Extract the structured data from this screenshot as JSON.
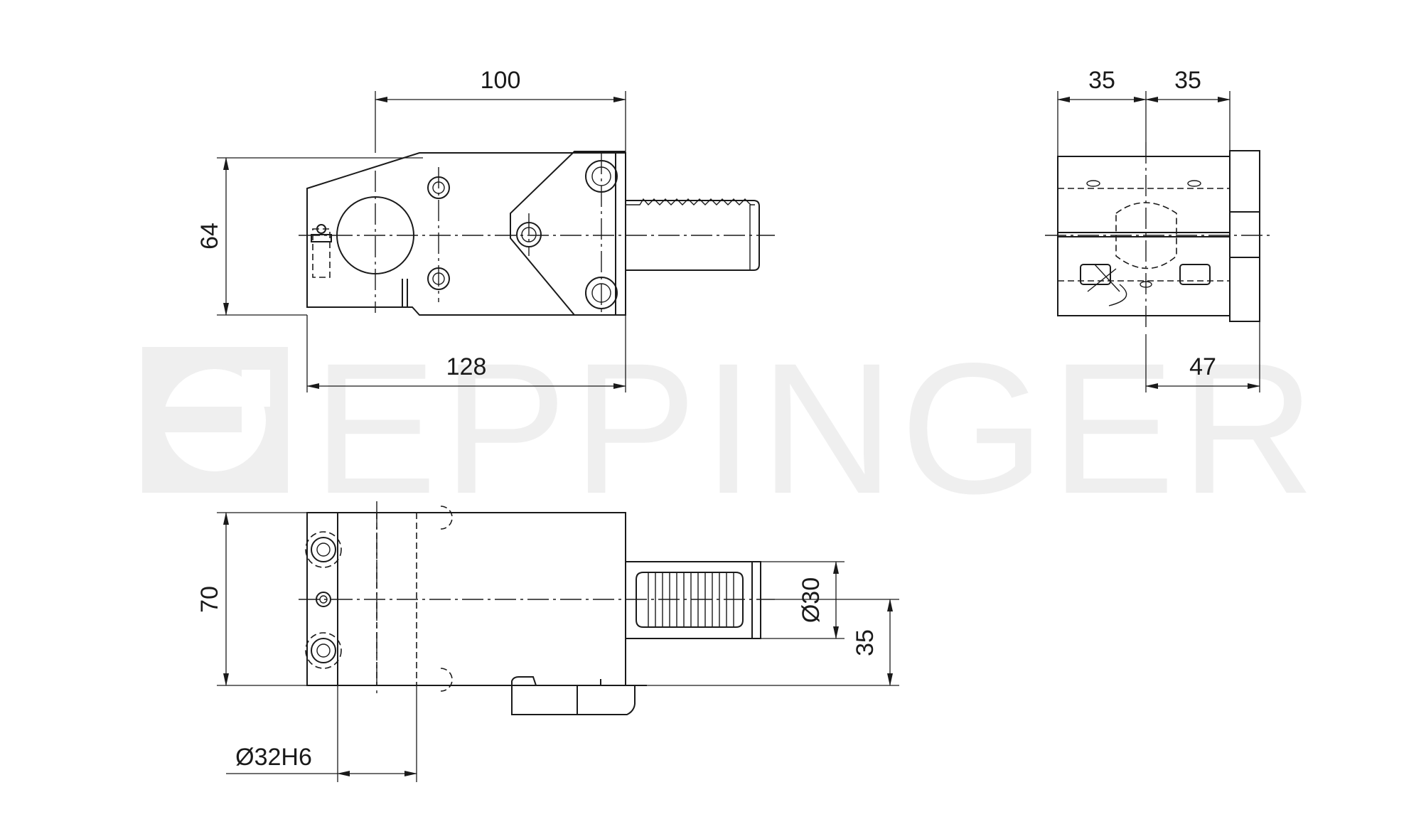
{
  "watermark": {
    "brand": "EPPINGER",
    "logo_icon": "eppinger-logo-icon",
    "color": "#efefef"
  },
  "dimensions": {
    "front_width_top": "100",
    "front_width_bottom": "128",
    "front_height": "64",
    "side_left_half": "35",
    "side_right_half": "35",
    "side_depth": "47",
    "top_height": "70",
    "shank_diameter": "Ø30",
    "shank_center_height": "35",
    "bore_diameter": "Ø32H6"
  },
  "colors": {
    "line": "#1a1a1a",
    "background": "#ffffff"
  }
}
